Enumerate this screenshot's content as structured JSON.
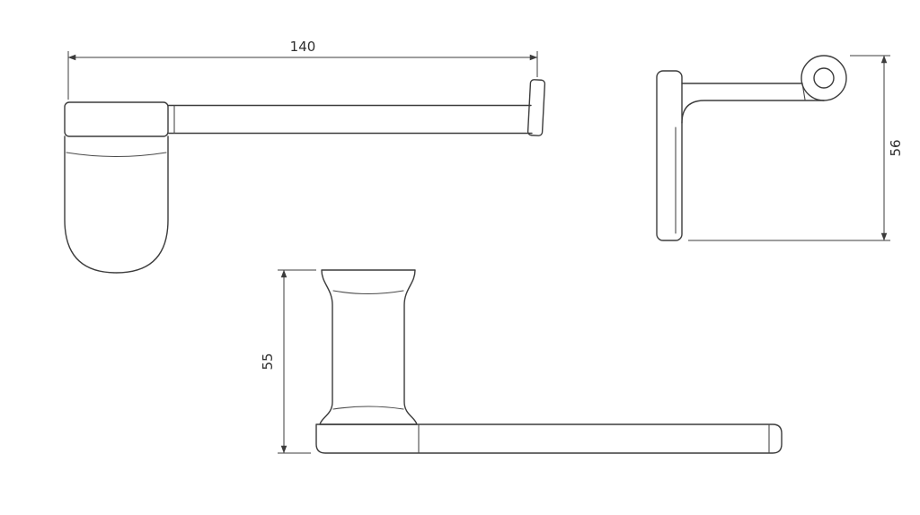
{
  "drawing": {
    "background": "#ffffff",
    "line_color": "#3c3c3c",
    "views": {
      "top": {
        "dim_label": "140"
      },
      "side": {
        "dim_label": "56"
      },
      "front": {
        "dim_label": "55"
      }
    }
  }
}
